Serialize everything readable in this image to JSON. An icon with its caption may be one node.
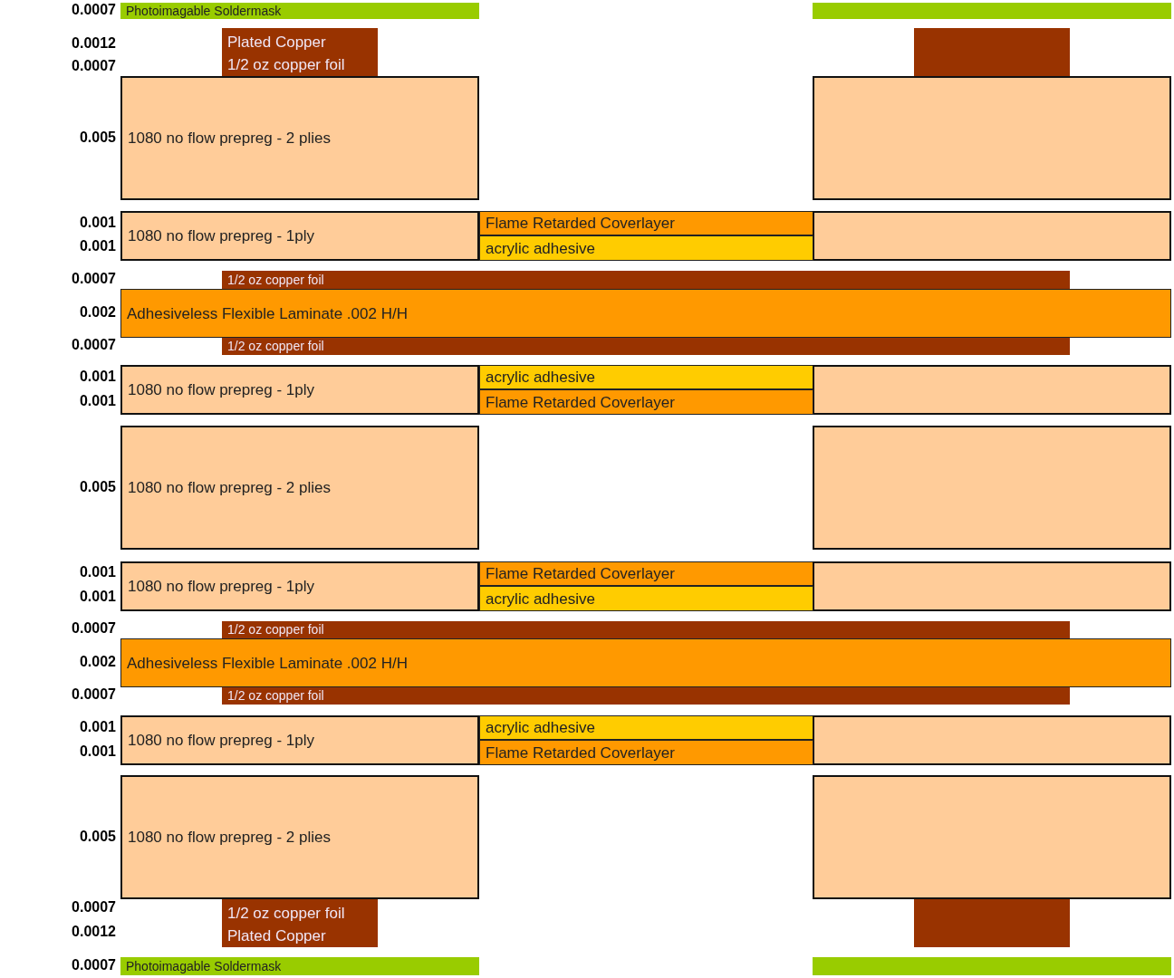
{
  "diagram": {
    "nodes": [
      {
        "text": [
          "Photoimagable Soldermask"
        ]
      },
      {
        "text": [],
        "shape": "bar"
      },
      {
        "text": [
          "Plated Copper",
          "1/2 oz copper foil"
        ]
      },
      {
        "text": [],
        "shape": "bar"
      },
      {
        "text": [
          "1080 no flow prepreg - 2 plies"
        ]
      },
      {
        "text": [],
        "shape": "box"
      },
      {
        "text": [
          "1080 no flow prepreg - 1ply"
        ]
      },
      {
        "text": [
          "Flame Retarded Coverlayer"
        ]
      },
      {
        "text": [],
        "shape": "box"
      },
      {
        "text": [
          "acrylic adhesive"
        ]
      },
      {
        "text": [
          "1/2 oz copper foil"
        ]
      },
      {
        "text": [
          "Adhesiveless Flexible Laminate .002 H/H"
        ]
      },
      {
        "text": [
          "1/2 oz copper foil"
        ]
      },
      {
        "text": [
          "1080 no flow prepreg - 1ply"
        ]
      },
      {
        "text": [
          "acrylic adhesive"
        ]
      },
      {
        "text": [],
        "shape": "box"
      },
      {
        "text": [
          "Flame Retarded Coverlayer"
        ]
      },
      {
        "text": [
          "1080 no flow prepreg - 2 plies"
        ]
      },
      {
        "text": [],
        "shape": "box"
      },
      {
        "text": [
          "1080 no flow prepreg - 1ply"
        ]
      },
      {
        "text": [
          "Flame Retarded Coverlayer"
        ]
      },
      {
        "text": [],
        "shape": "box"
      },
      {
        "text": [
          "acrylic adhesive"
        ]
      },
      {
        "text": [
          "1/2 oz copper foil"
        ]
      },
      {
        "text": [
          "Adhesiveless Flexible Laminate .002 H/H"
        ]
      },
      {
        "text": [
          "1/2 oz copper foil"
        ]
      },
      {
        "text": [
          "1080 no flow prepreg - 1ply"
        ]
      },
      {
        "text": [
          "acrylic adhesive"
        ]
      },
      {
        "text": [],
        "shape": "box"
      },
      {
        "text": [
          "Flame Retarded Coverlayer"
        ]
      },
      {
        "text": [
          "1080 no flow prepreg - 2 plies"
        ]
      },
      {
        "text": [],
        "shape": "box"
      },
      {
        "text": [
          "1/2 oz copper foil",
          "Plated Copper"
        ]
      },
      {
        "text": [],
        "shape": "bar"
      },
      {
        "text": [
          "Photoimagable Soldermask"
        ]
      },
      {
        "text": [],
        "shape": "bar"
      }
    ],
    "labels": [
      "0.0007",
      "0.0012",
      "0.0007",
      "0.005",
      "0.001",
      "0.001",
      "0.0007",
      "0.002",
      "0.0007",
      "0.001",
      "0.001",
      "0.005",
      "0.001",
      "0.001",
      "0.0007",
      "0.002",
      "0.0007",
      "0.001",
      "0.001",
      "0.005",
      "0.0007",
      "0.0012",
      "0.0007"
    ]
  }
}
